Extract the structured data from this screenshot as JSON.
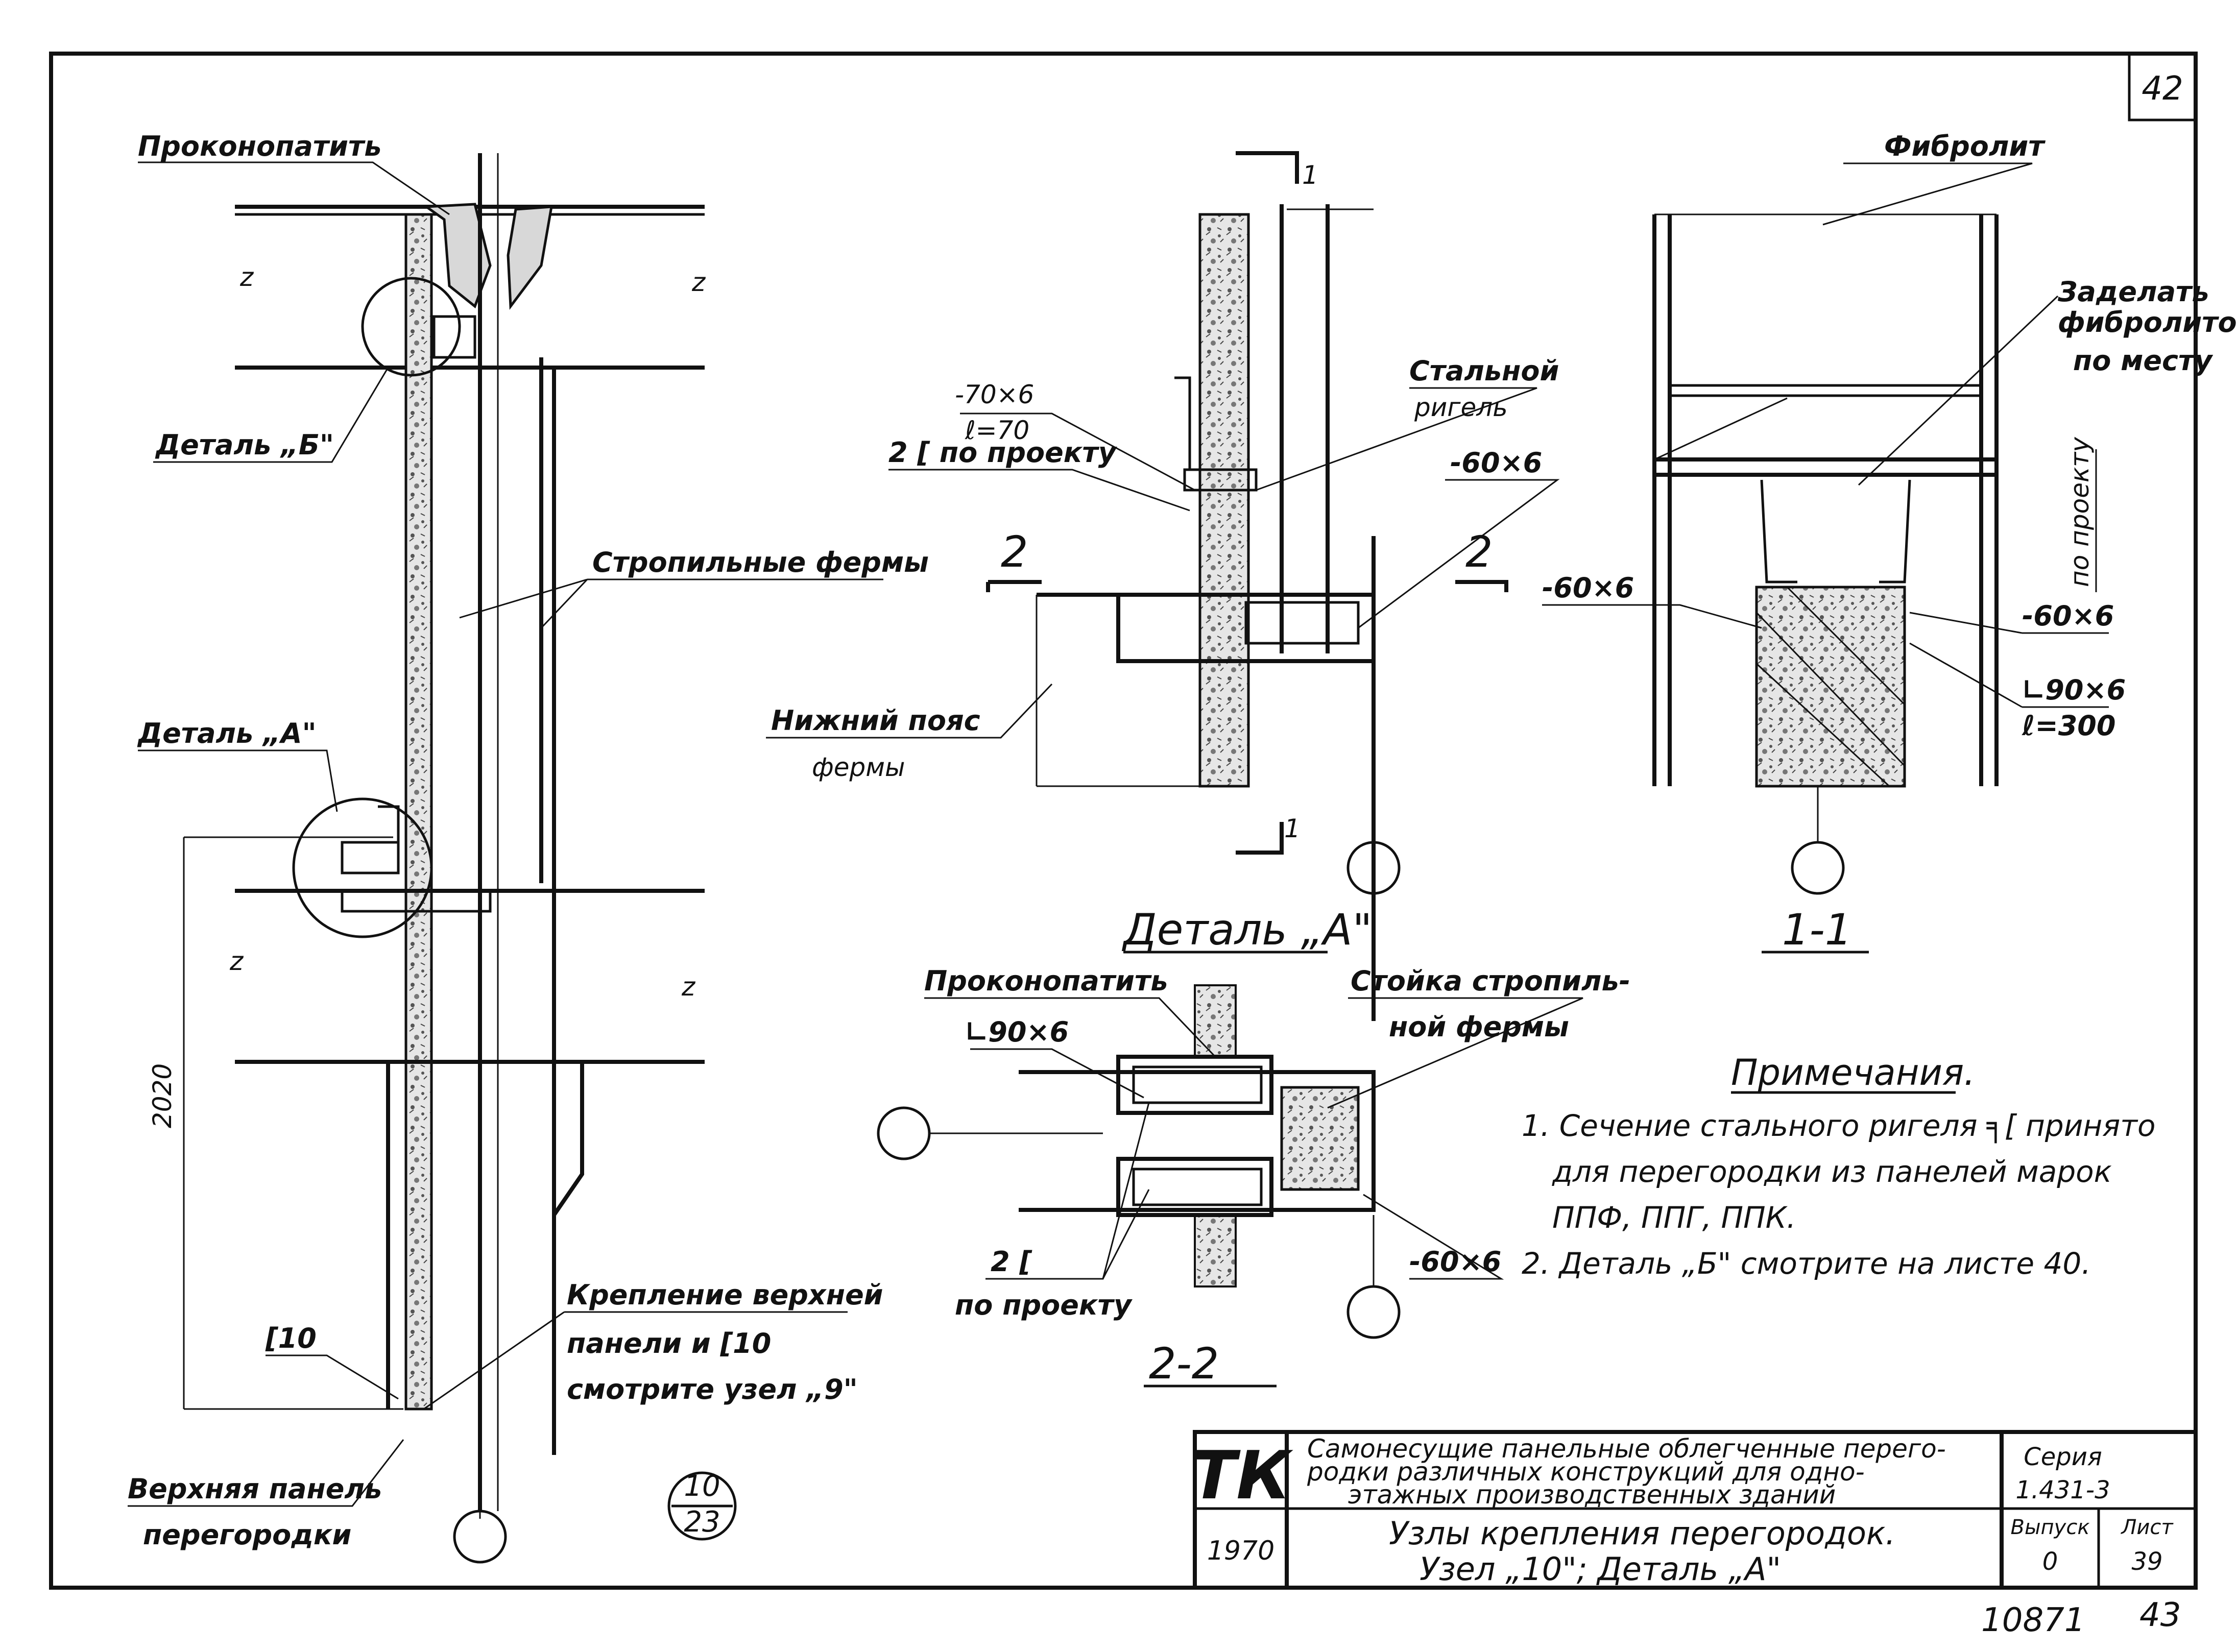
{
  "sheet": {
    "number": "42",
    "bottom_number": "10871",
    "bottom_page": "43"
  },
  "main_view": {
    "labels": {
      "caulk": "Проконопатить",
      "detail_b": "Деталь „Б\"",
      "trusses": "Стропильные фермы",
      "detail_a": "Деталь „А\"",
      "dim_2020": "2020",
      "channel_10": "[10",
      "fixing_1": "Крепление верхней",
      "fixing_2": "панели и [10",
      "fixing_3": "смотрите узел „9\"",
      "upper_panel_1": "Верхняя панель",
      "upper_panel_2": "перегородки",
      "node_top": "10",
      "node_bottom": "23",
      "break_mark": "z"
    }
  },
  "detail_a": {
    "title": "Деталь „А\"",
    "labels": {
      "section_mark": "1",
      "section_2": "2",
      "plate_70": "-70×6",
      "plate_70_len": "ℓ=70",
      "channel_2c": "2 [ по проекту",
      "steel_1": "Стальной",
      "steel_2": "ригель",
      "plate_60": "-60×6",
      "lower_chord_1": "Нижний пояс",
      "lower_chord_2": "фермы"
    }
  },
  "section_11": {
    "title": "1-1",
    "labels": {
      "fibrolite": "Фибролит",
      "fill_1": "Заделать",
      "fill_2": "фибролитом",
      "fill_3": "по месту",
      "by_project": "по проекту",
      "plate_left": "-60×6",
      "plate_right": "-60×6",
      "angle": "∟90×6",
      "angle_len": "ℓ=300"
    }
  },
  "section_22": {
    "title": "2-2",
    "labels": {
      "caulk": "Проконопатить",
      "angle": "∟90×6",
      "post_1": "Стойка стропиль-",
      "post_2": "ной фермы",
      "channel_1": "2 [",
      "channel_2": "по проекту",
      "plate": "-60×6"
    }
  },
  "notes": {
    "title": "Примечания.",
    "lines": [
      "1. Сечение стального ригеля ╕[ принято",
      "для перегородки из панелей марок",
      "ППФ, ППГ, ППК.",
      "2. Деталь „Б\" смотрите на листе 40."
    ]
  },
  "stamp": {
    "logo": "ТК",
    "year": "1970",
    "series_desc": [
      "Самонесущие панельные облегченные перего-",
      "родки различных конструкций для одно-",
      "этажных производственных зданий"
    ],
    "title_lines": [
      "Узлы крепления перегородок.",
      "Узел „10\"; Деталь „А\""
    ],
    "series_label": "Серия",
    "series_value": "1.431-3",
    "issue_label": "Выпуск",
    "issue_value": "0",
    "sheet_label": "Лист",
    "sheet_value": "39"
  }
}
